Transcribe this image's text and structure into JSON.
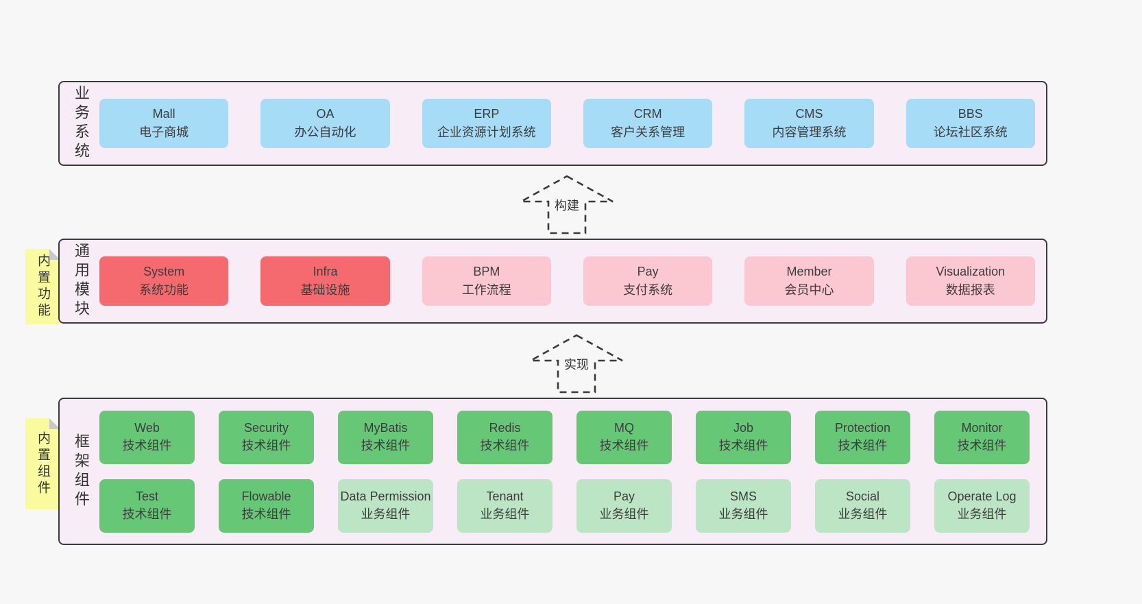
{
  "diagram": {
    "type": "layered-architecture"
  },
  "layers": [
    {
      "label": "业务系统",
      "boxes": [
        {
          "title": "Mall",
          "subtitle": "电子商城"
        },
        {
          "title": "OA",
          "subtitle": "办公自动化"
        },
        {
          "title": "ERP",
          "subtitle": "企业资源计划系统"
        },
        {
          "title": "CRM",
          "subtitle": "客户关系管理"
        },
        {
          "title": "CMS",
          "subtitle": "内容管理系统"
        },
        {
          "title": "BBS",
          "subtitle": "论坛社区系统"
        }
      ]
    },
    {
      "label": "通用模块",
      "note": "内置功能",
      "boxes": [
        {
          "title": "System",
          "subtitle": "系统功能"
        },
        {
          "title": "Infra",
          "subtitle": "基础设施"
        },
        {
          "title": "BPM",
          "subtitle": "工作流程"
        },
        {
          "title": "Pay",
          "subtitle": "支付系统"
        },
        {
          "title": "Member",
          "subtitle": "会员中心"
        },
        {
          "title": "Visualization",
          "subtitle": "数据报表"
        }
      ]
    },
    {
      "label": "框架组件",
      "note": "内置组件",
      "rows": [
        [
          {
            "title": "Web",
            "subtitle": "技术组件"
          },
          {
            "title": "Security",
            "subtitle": "技术组件"
          },
          {
            "title": "MyBatis",
            "subtitle": "技术组件"
          },
          {
            "title": "Redis",
            "subtitle": "技术组件"
          },
          {
            "title": "MQ",
            "subtitle": "技术组件"
          },
          {
            "title": "Job",
            "subtitle": "技术组件"
          },
          {
            "title": "Protection",
            "subtitle": "技术组件"
          },
          {
            "title": "Monitor",
            "subtitle": "技术组件"
          }
        ],
        [
          {
            "title": "Test",
            "subtitle": "技术组件"
          },
          {
            "title": "Flowable",
            "subtitle": "技术组件"
          },
          {
            "title": "Data Permission",
            "subtitle": "业务组件"
          },
          {
            "title": "Tenant",
            "subtitle": "业务组件"
          },
          {
            "title": "Pay",
            "subtitle": "业务组件"
          },
          {
            "title": "SMS",
            "subtitle": "业务组件"
          },
          {
            "title": "Social",
            "subtitle": "业务组件"
          },
          {
            "title": "Operate Log",
            "subtitle": "业务组件"
          }
        ]
      ]
    }
  ],
  "arrows": [
    {
      "label": "构建"
    },
    {
      "label": "实现"
    }
  ],
  "colors": {
    "page_bg": "#f7f7f7",
    "panel_bg": "#f8edf6",
    "panel_border": "#3a3a3a",
    "box_blue": "#a7dcf6",
    "box_red": "#f56a6e",
    "box_pink": "#fbc8d2",
    "box_green": "#66c877",
    "box_light_green": "#bce5c5",
    "note_yellow": "#fafa9e",
    "note_fold": "#c9c9c9",
    "text": "#3d3d3d"
  }
}
